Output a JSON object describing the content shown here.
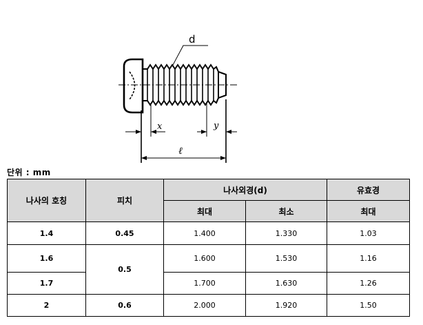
{
  "drawing": {
    "label_d": "d",
    "label_x": "x",
    "label_y": "y",
    "label_l": "ℓ"
  },
  "unit_label": "단위 : mm",
  "table": {
    "headers": {
      "nominal": "나사의 호칭",
      "pitch": "피치",
      "outer_dia": "나사외경(d)",
      "effective_dia": "유효경",
      "max": "최대",
      "min": "최소",
      "eff_max": "최대"
    },
    "rows": [
      {
        "nominal": "1.4",
        "pitch": "0.45",
        "d_max": "1.400",
        "d_min": "1.330",
        "eff_max": "1.03"
      },
      {
        "nominal": "1.6",
        "pitch": "0.5",
        "d_max": "1.600",
        "d_min": "1.530",
        "eff_max": "1.16"
      },
      {
        "nominal": "1.7",
        "pitch": "",
        "d_max": "1.700",
        "d_min": "1.630",
        "eff_max": "1.26"
      },
      {
        "nominal": "2",
        "pitch": "0.6",
        "d_max": "2.000",
        "d_min": "1.920",
        "eff_max": "1.50"
      }
    ]
  }
}
